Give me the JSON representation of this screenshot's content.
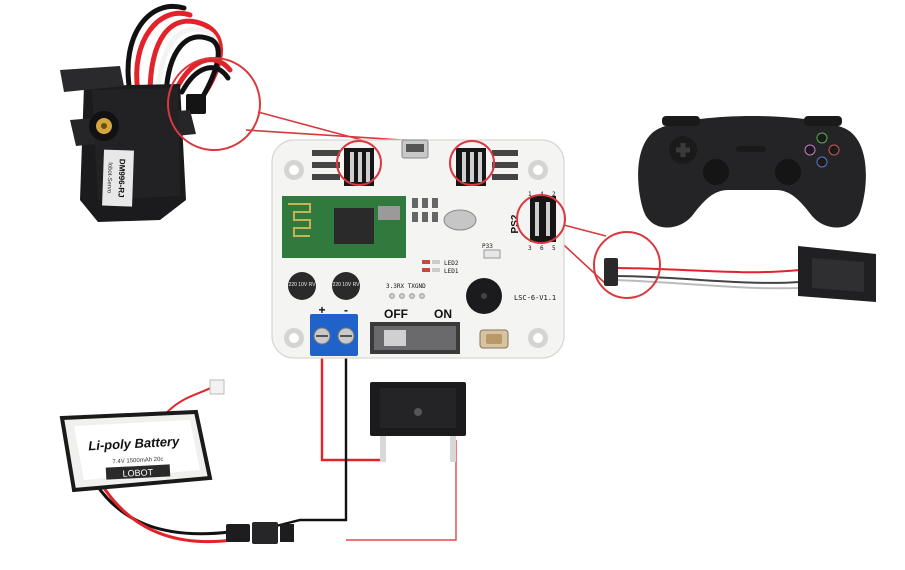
{
  "board": {
    "model": "LSC-6-V1.1",
    "switch_off": "OFF",
    "switch_on": "ON",
    "terminal_plus": "+",
    "terminal_minus": "-",
    "ps2_label": "PS2",
    "ps2_pins_top": [
      "1",
      "4",
      "2"
    ],
    "ps2_pins_bottom": [
      "3",
      "6",
      "5"
    ],
    "p33_label": "P33",
    "led2_label": "LED2",
    "led1_label": "LED1",
    "serial_label": "3.3RX TXGND",
    "cap1_label": "220 10V RV",
    "cap2_label": "220 10V RV"
  },
  "battery": {
    "title": "Li-poly Battery",
    "spec": "7.4V 1500mAh 20c",
    "brand": "LOBOT"
  },
  "servo": {
    "model": "DM996-RJ",
    "brand": "lobot-Servo"
  },
  "colors": {
    "board": "#f4f4f2",
    "highlight": "#d9383f",
    "wire_red": "#e2232a",
    "wire_black": "#111111",
    "terminal_blue": "#1f62c9",
    "pcb_module": "#2f7a3c",
    "controller": "#2a2a2c"
  }
}
